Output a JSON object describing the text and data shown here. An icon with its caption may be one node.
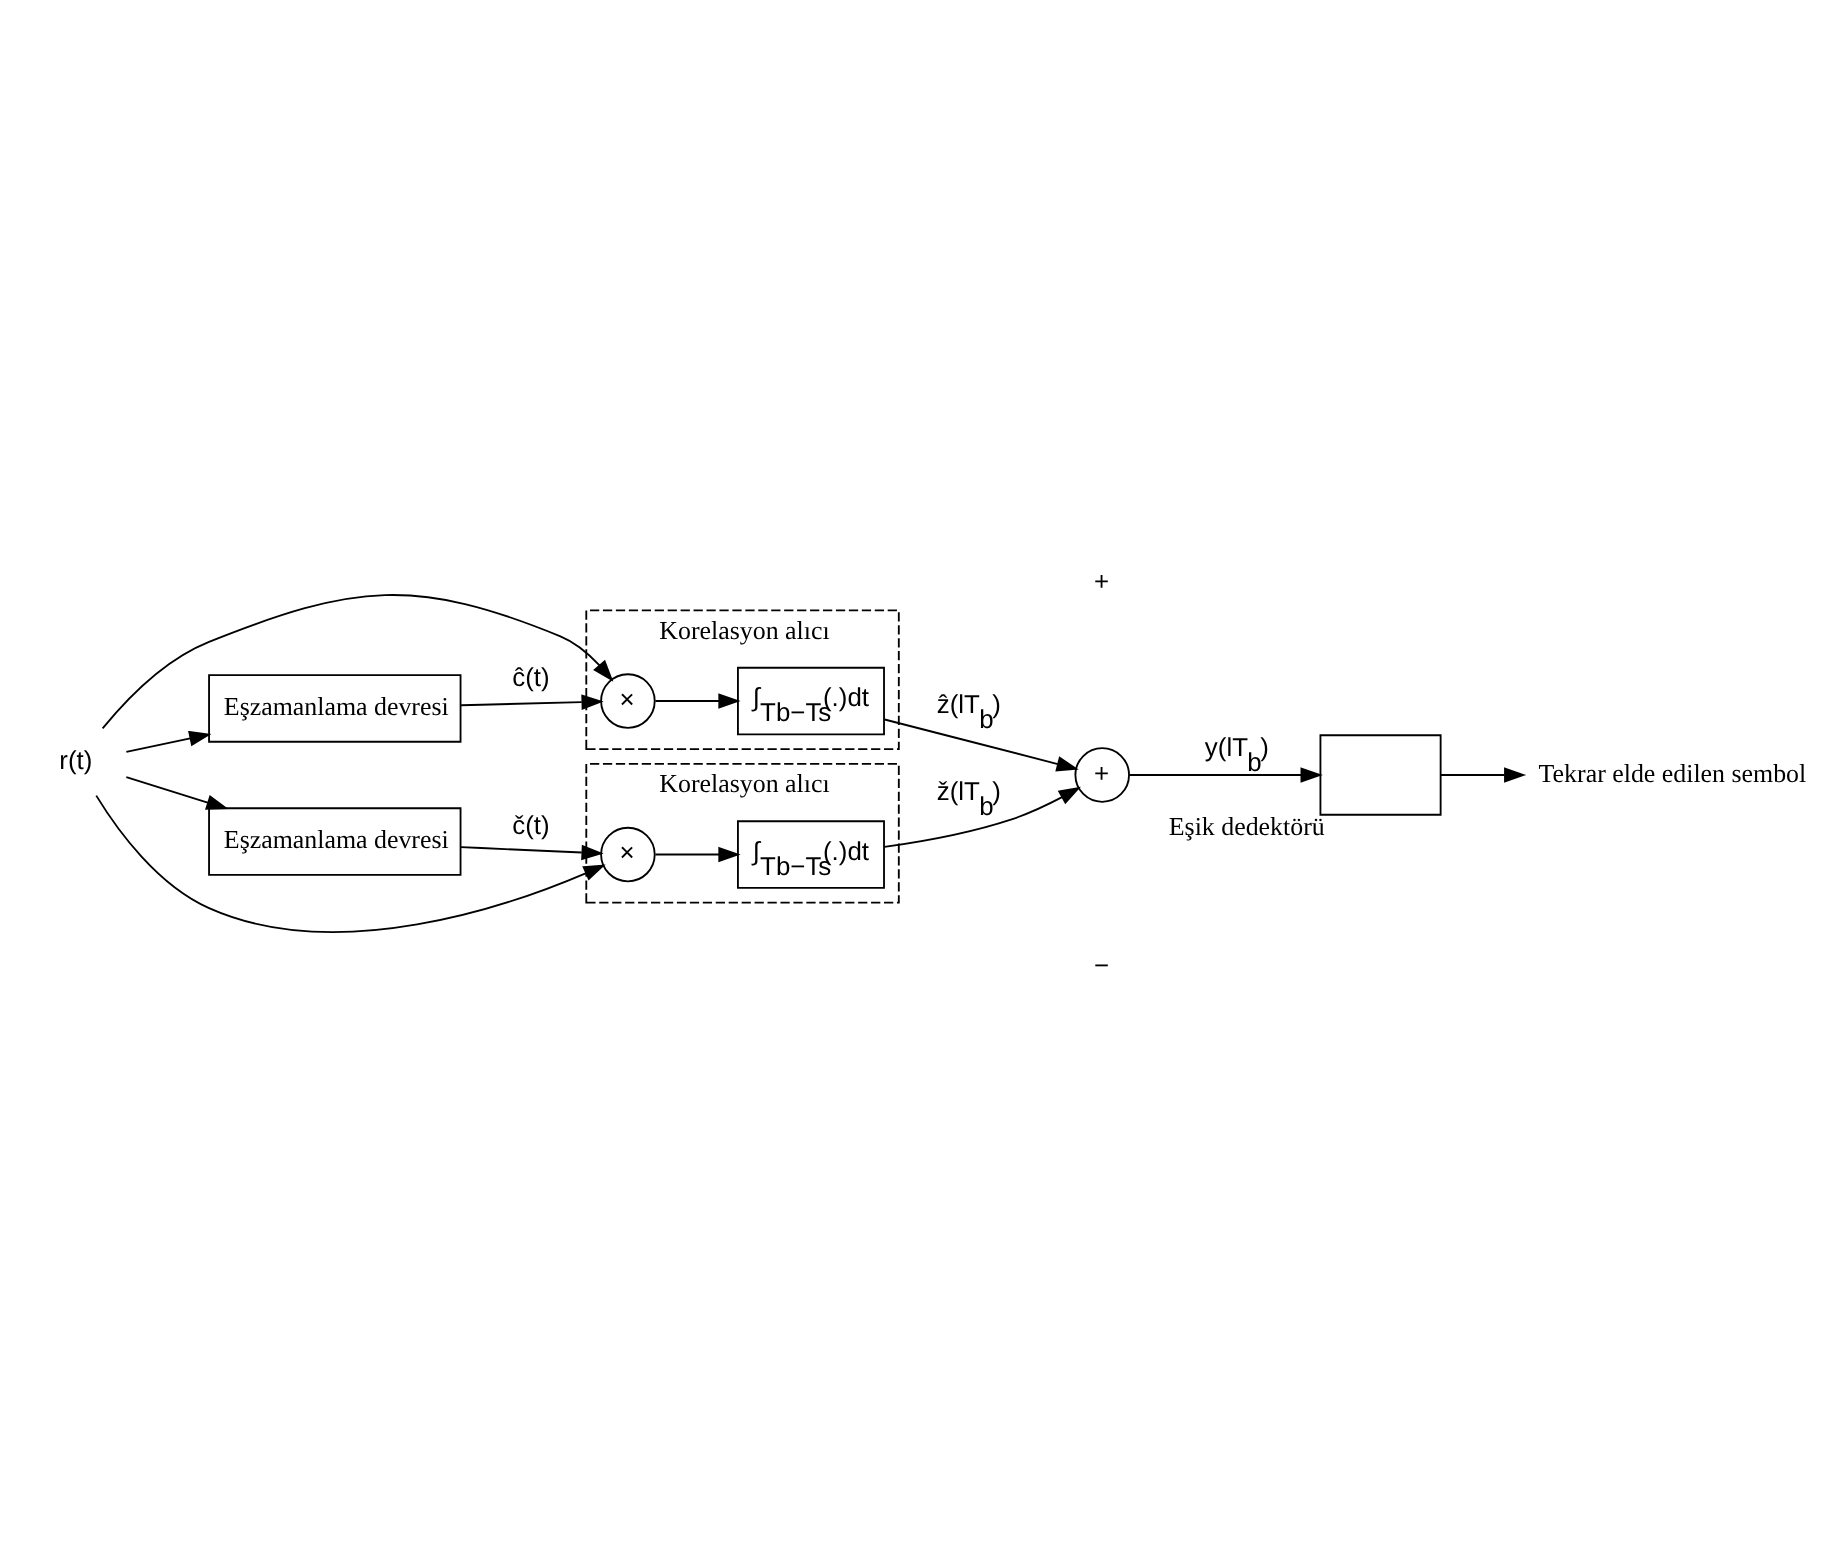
{
  "diagram": {
    "nodes": [
      {
        "text": [
          "Korelasyon alıcı"
        ]
      },
      {
        "text": [
          "×"
        ],
        "in": 0
      },
      {
        "text": [
          "∫$_{Tb−Ts}$(.)dt"
        ],
        "in": 0
      },
      {
        "text": [
          "Korelasyon alıcı"
        ]
      },
      {
        "text": [
          "×"
        ],
        "in": 3
      },
      {
        "text": [
          "∫$_{Tb−Ts}$(.)dt"
        ],
        "in": 3
      },
      {
        "text": [
          "r(t)"
        ]
      },
      {
        "text": [
          "Eşzamanlama devresi"
        ]
      },
      {
        "text": [
          "Eşzamanlama devresi"
        ]
      },
      {
        "text": [
          "+"
        ]
      },
      {
        "text": [],
        "shape": "box",
        "beside": [
          "Eşik dedektörü"
        ]
      },
      {
        "text": [
          "Tekrar elde edilen sembol"
        ]
      }
    ],
    "edges": [
      {
        "from": 6,
        "to": 1,
        "arrow": "to"
      },
      {
        "from": 6,
        "to": 7,
        "arrow": "to"
      },
      {
        "from": 6,
        "to": 4,
        "arrow": "to"
      },
      {
        "from": 6,
        "to": 8,
        "arrow": "to"
      },
      {
        "from": 7,
        "to": 1,
        "arrow": "to",
        "label": "ĉ(t)"
      },
      {
        "from": 8,
        "to": 4,
        "arrow": "to",
        "label": "č(t)"
      },
      {
        "from": 1,
        "to": 2,
        "arrow": "to"
      },
      {
        "from": 4,
        "to": 5,
        "arrow": "to"
      },
      {
        "from": 2,
        "to": 9,
        "arrow": "to",
        "label": "ẑ(lT$_{b}$)"
      },
      {
        "from": 5,
        "to": 9,
        "arrow": "to",
        "label": "ž(lT$_{b}$)"
      },
      {
        "from": 9,
        "to": 10,
        "arrow": "to",
        "label": "y(lT$_{b}$)"
      },
      {
        "from": 10,
        "to": 11,
        "arrow": "to"
      }
    ],
    "labels": [
      "+",
      "−"
    ]
  }
}
